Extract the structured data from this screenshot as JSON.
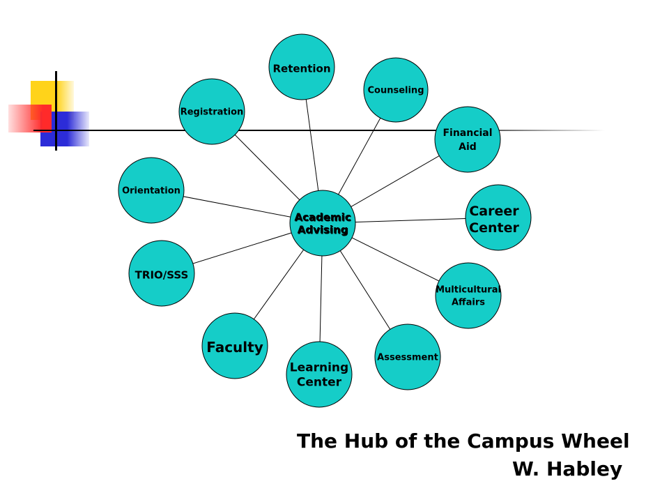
{
  "diagram": {
    "hub": {
      "lines": [
        "Academic",
        "Advising"
      ],
      "text_color": "#e0262b"
    },
    "spokes": [
      {
        "id": "retention",
        "lines": [
          "Retention"
        ]
      },
      {
        "id": "counseling",
        "lines": [
          "Counseling"
        ]
      },
      {
        "id": "financial-aid",
        "lines": [
          "Financial",
          "Aid"
        ]
      },
      {
        "id": "career-center",
        "lines": [
          "Career",
          "Center"
        ]
      },
      {
        "id": "multicultural-affairs",
        "lines": [
          "Multicultural",
          "Affairs"
        ]
      },
      {
        "id": "assessment",
        "lines": [
          "Assessment"
        ]
      },
      {
        "id": "learning-center",
        "lines": [
          "Learning",
          "Center"
        ]
      },
      {
        "id": "faculty",
        "lines": [
          "Faculty"
        ]
      },
      {
        "id": "trio-sss",
        "lines": [
          "TRIO/SSS"
        ]
      },
      {
        "id": "orientation",
        "lines": [
          "Orientation"
        ]
      },
      {
        "id": "registration",
        "lines": [
          "Registration"
        ]
      }
    ],
    "node_fill": "#15cdc8"
  },
  "caption": {
    "title": "The Hub of the Campus Wheel",
    "author": "W. Habley"
  },
  "decor": {
    "yellow": "#ffd31a",
    "red": "#ff2a2a",
    "blue": "#2c2cd8"
  }
}
